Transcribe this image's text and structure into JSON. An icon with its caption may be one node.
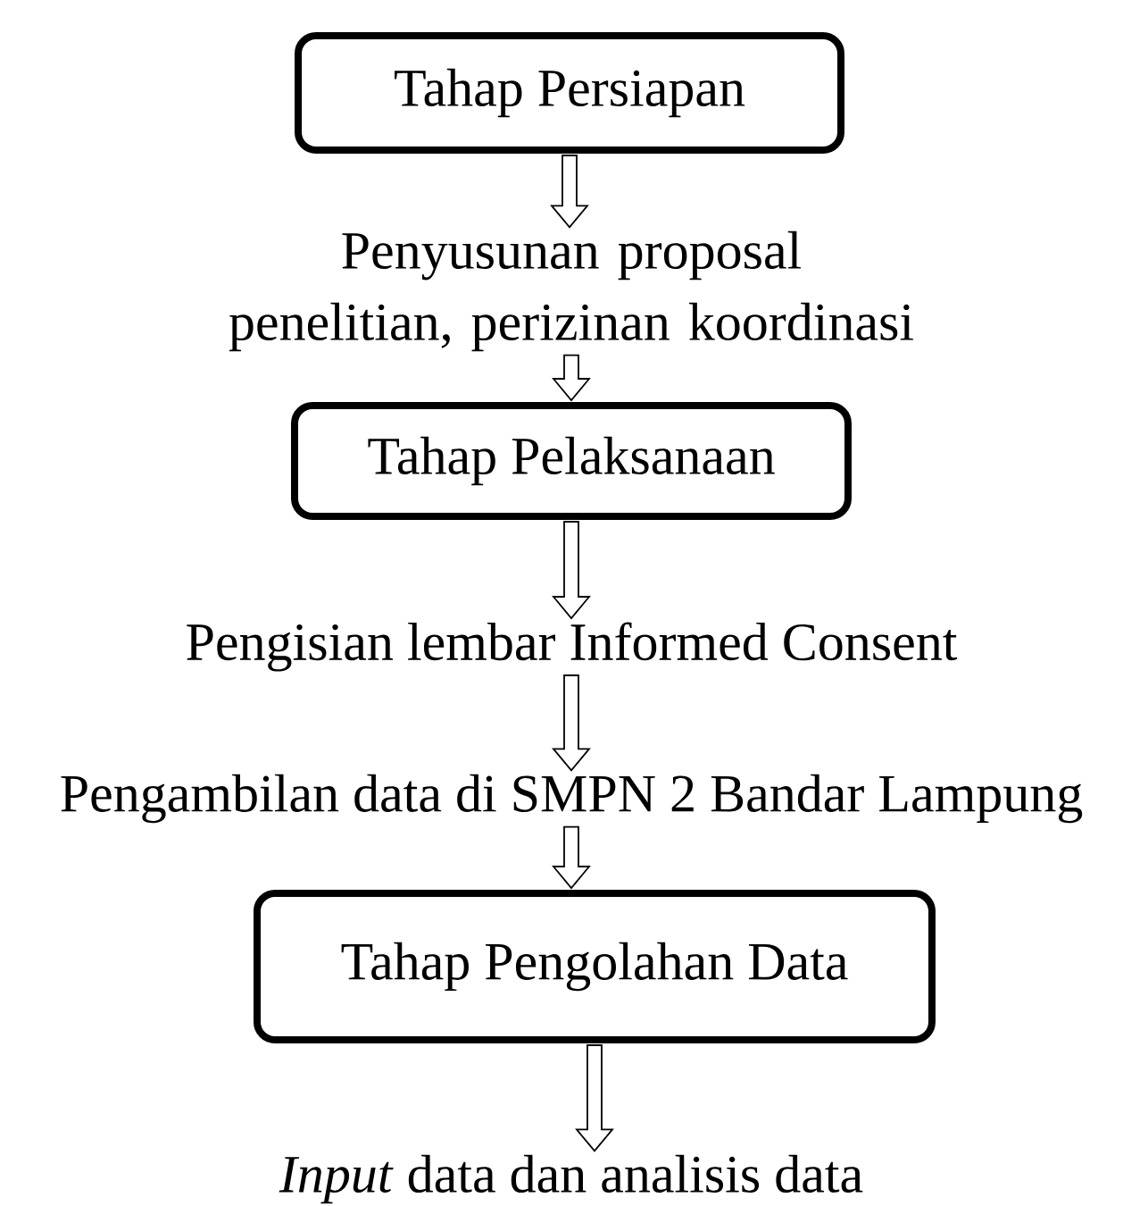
{
  "diagram": {
    "nodes": [
      {
        "text": [
          "Tahap Persiapan"
        ]
      },
      {
        "text": [
          "Penyusunan proposal penelitian, perizinan koordinasi"
        ]
      },
      {
        "text": [
          "Tahap Pelaksanaan"
        ]
      },
      {
        "text": [
          "Pengisian lembar Informed Consent"
        ]
      },
      {
        "text": [
          "Pengambilan data di SMPN 2 Bandar Lampung"
        ]
      },
      {
        "text": [
          "Tahap Pengolahan Data"
        ]
      },
      {
        "text": [
          "*Input* data dan analisis data"
        ]
      }
    ],
    "edges": [
      {
        "from": 0,
        "to": 1,
        "arrow": "to"
      },
      {
        "from": 1,
        "to": 2,
        "arrow": "to"
      },
      {
        "from": 2,
        "to": 3,
        "arrow": "to"
      },
      {
        "from": 3,
        "to": 4,
        "arrow": "to"
      },
      {
        "from": 4,
        "to": 5,
        "arrow": "to"
      },
      {
        "from": 5,
        "to": 6,
        "arrow": "to"
      }
    ]
  }
}
